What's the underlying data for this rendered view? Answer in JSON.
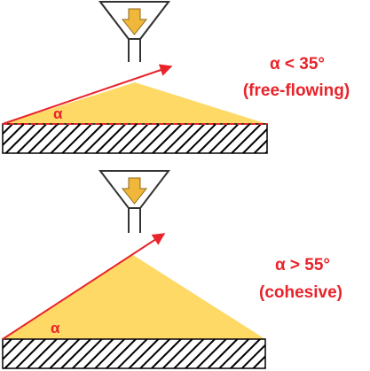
{
  "colors": {
    "pile": "#ffd966",
    "arrow": "#e8232a",
    "text": "#e8232a",
    "hatch": "#000000",
    "funnel_arrow": "#f0b73a"
  },
  "panels": [
    {
      "id": "free-flowing",
      "angle_label": "α",
      "condition": "α < 35°",
      "category": "(free-flowing)"
    },
    {
      "id": "cohesive",
      "angle_label": "α",
      "condition": "α > 55°",
      "category": "(cohesive)"
    }
  ]
}
